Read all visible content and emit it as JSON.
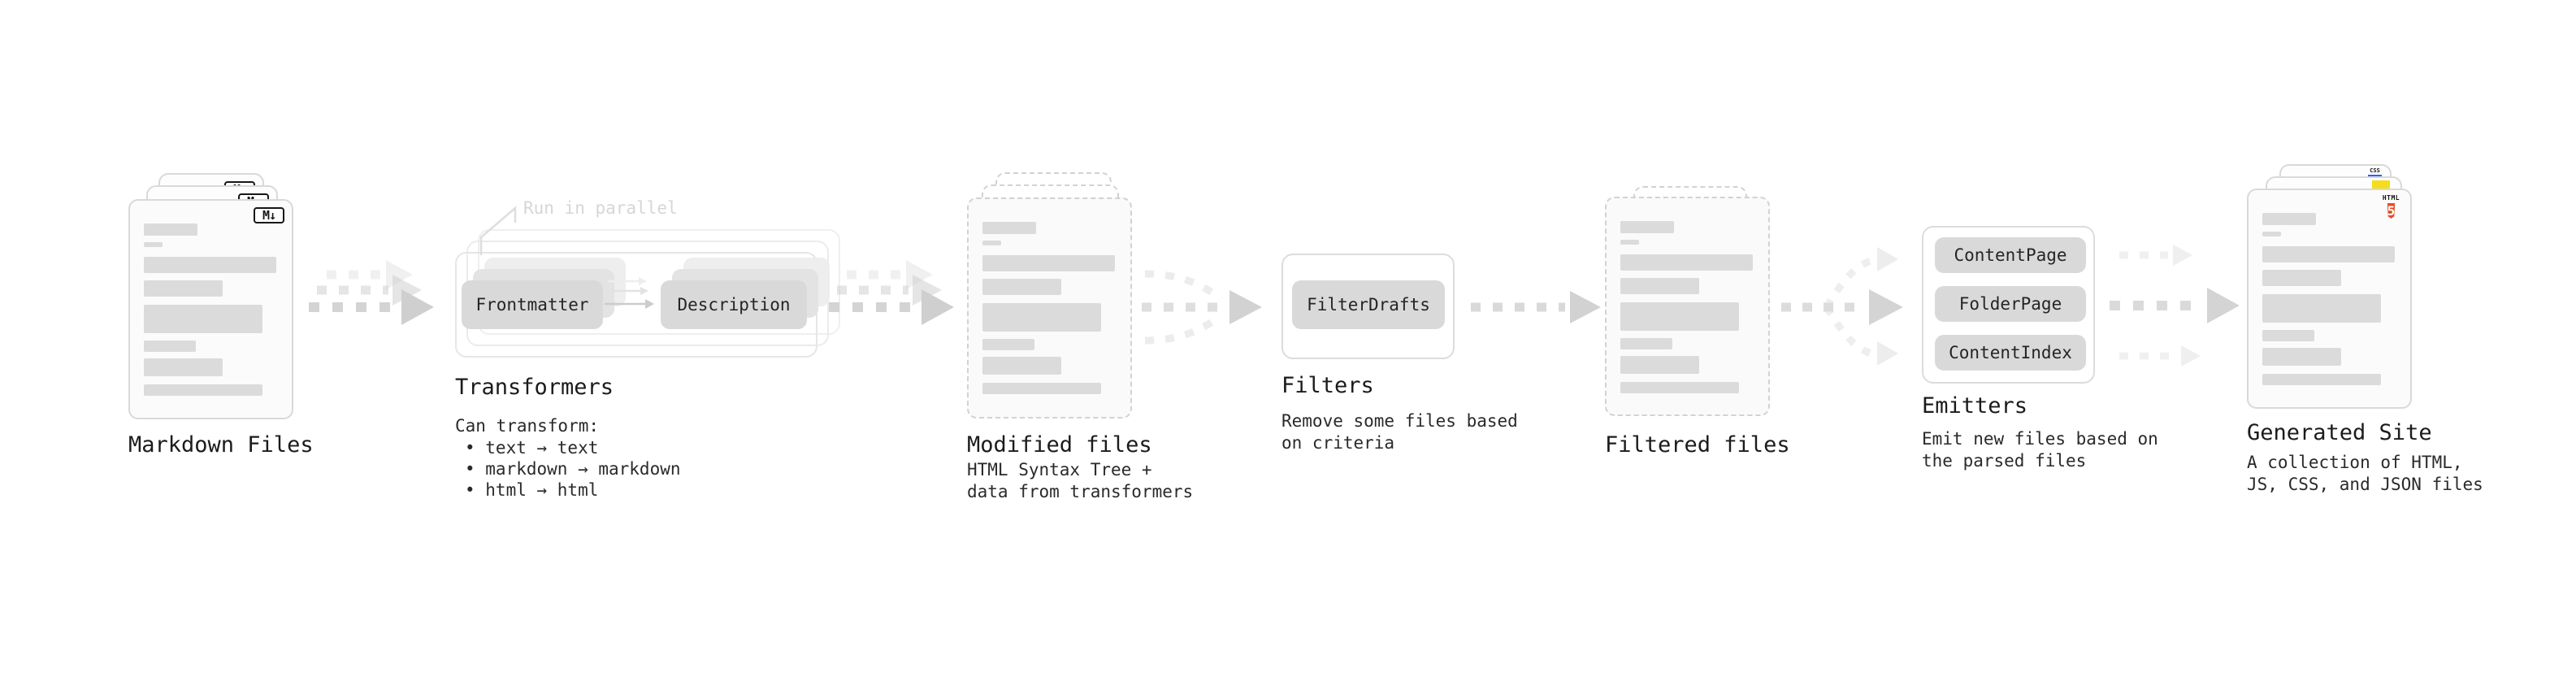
{
  "colors": {
    "bar_gray": "#dbdbdb",
    "pill_gray": "#d9d9d9",
    "arrow_gray": "#d4d4d4",
    "html5_orange": "#e34f26",
    "js_yellow": "#f5de19",
    "css_blue": "#2962ff"
  },
  "stages": {
    "markdown_files": {
      "label": "Markdown Files",
      "badge": "M↓"
    },
    "transformers": {
      "note": "Run in parallel",
      "pill_left": "Frontmatter",
      "pill_right": "Description",
      "label": "Transformers",
      "subtitle_title": "Can transform:",
      "bullets": [
        "• text → text",
        "• markdown → markdown",
        "• html → html"
      ]
    },
    "modified_files": {
      "label": "Modified files",
      "subtitle": "HTML Syntax Tree +\ndata from transformers"
    },
    "filters": {
      "pill": "FilterDrafts",
      "label": "Filters",
      "subtitle": "Remove some files based\non criteria"
    },
    "filtered_files": {
      "label": "Filtered files"
    },
    "emitters": {
      "pills": [
        "ContentPage",
        "FolderPage",
        "ContentIndex"
      ],
      "label": "Emitters",
      "subtitle": "Emit new files based on\nthe parsed files"
    },
    "generated_site": {
      "label": "Generated Site",
      "subtitle": "A collection of HTML,\nJS, CSS, and JSON files",
      "badge_css": "CSS",
      "badge_html_word": "HTML",
      "badge_html_five": "5"
    }
  }
}
